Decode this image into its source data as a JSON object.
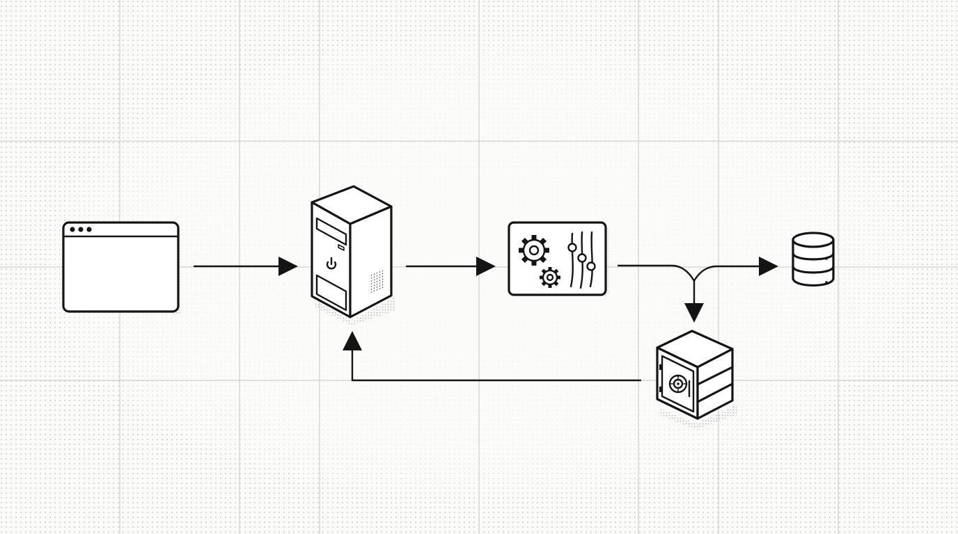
{
  "diagram": {
    "nodes": [
      {
        "id": "browser-window",
        "icon": "browser-window-icon"
      },
      {
        "id": "server",
        "icon": "server-tower-icon"
      },
      {
        "id": "processing",
        "icon": "gears-and-sliders-icon"
      },
      {
        "id": "database",
        "icon": "database-icon"
      },
      {
        "id": "vault",
        "icon": "safe-vault-icon"
      }
    ],
    "edges": [
      {
        "from": "browser-window",
        "to": "server"
      },
      {
        "from": "server",
        "to": "processing"
      },
      {
        "from": "processing",
        "to": "database"
      },
      {
        "from": "processing",
        "to": "vault"
      },
      {
        "from": "vault",
        "to": "server"
      }
    ],
    "colors": {
      "ink": "#141414",
      "background": "#fbfbf9",
      "grid": "#cfcfcf",
      "halftone": "#bdbdbd"
    }
  }
}
